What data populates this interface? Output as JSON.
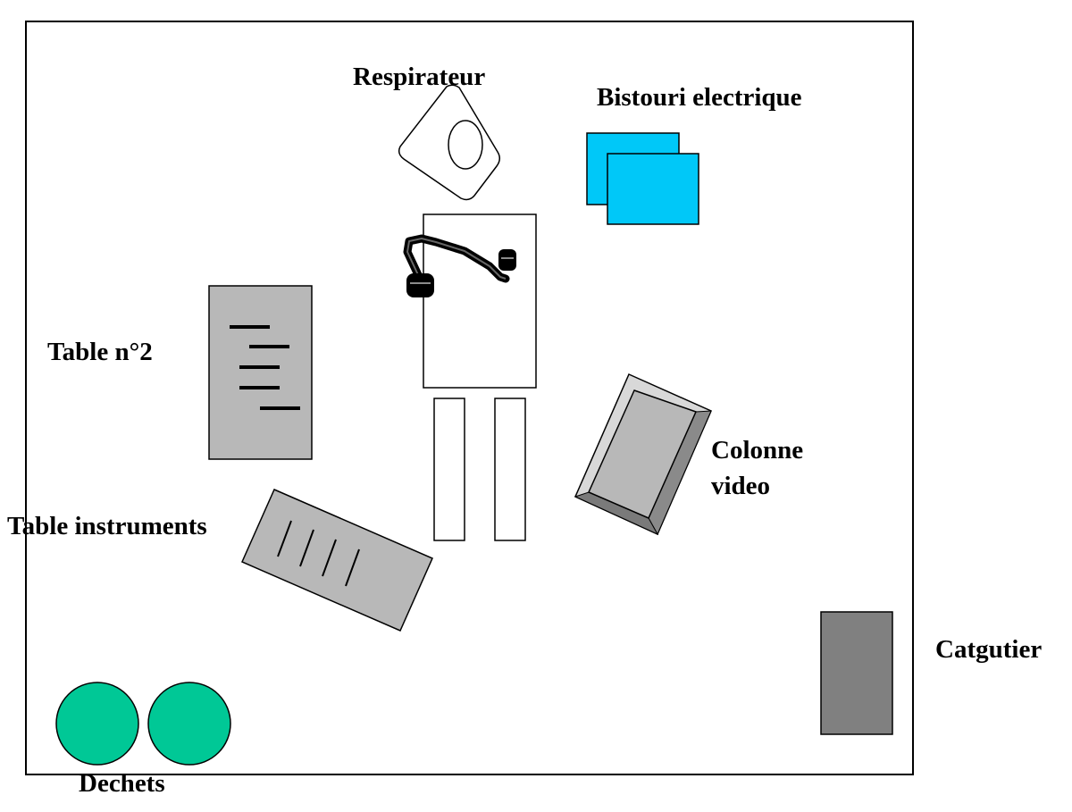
{
  "labels": {
    "respirateur": "Respirateur",
    "bistouri": "Bistouri electrique",
    "table2": "Table n°2",
    "table_instruments": "Table instruments",
    "colonne_line1": "Colonne",
    "colonne_line2": "video",
    "catgutier": "Catgutier",
    "dechets": "Dechets"
  },
  "colors": {
    "room_border": "#000000",
    "bistouri_fill": "#00c8f8",
    "table_fill": "#b8b8b8",
    "colonne_fill": "#b8b8b8",
    "colonne_frame": "#d8d8d8",
    "catgutier_fill": "#808080",
    "dechets_fill": "#00c896",
    "arm_color": "#000000"
  }
}
